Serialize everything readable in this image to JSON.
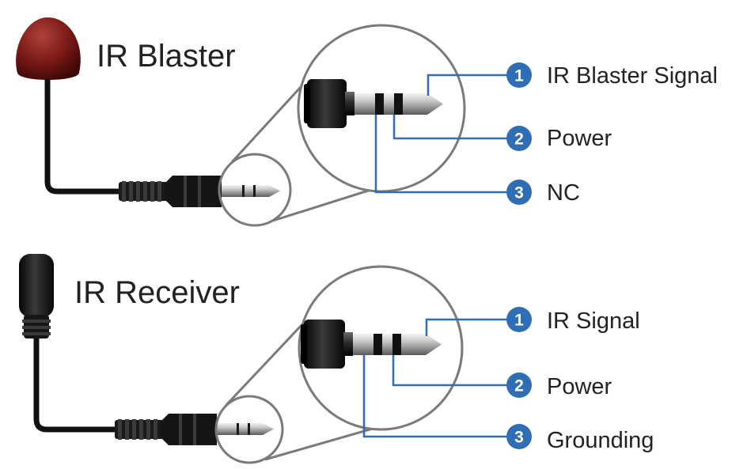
{
  "colors": {
    "accent": "#2f6db4",
    "lens_gray": "#7a7a7a"
  },
  "blaster": {
    "title": "IR Blaster",
    "pins": [
      {
        "num": "1",
        "label": "IR Blaster Signal"
      },
      {
        "num": "2",
        "label": "Power"
      },
      {
        "num": "3",
        "label": "NC"
      }
    ]
  },
  "receiver": {
    "title": "IR Receiver",
    "pins": [
      {
        "num": "1",
        "label": "IR Signal"
      },
      {
        "num": "2",
        "label": "Power"
      },
      {
        "num": "3",
        "label": "Grounding"
      }
    ]
  }
}
